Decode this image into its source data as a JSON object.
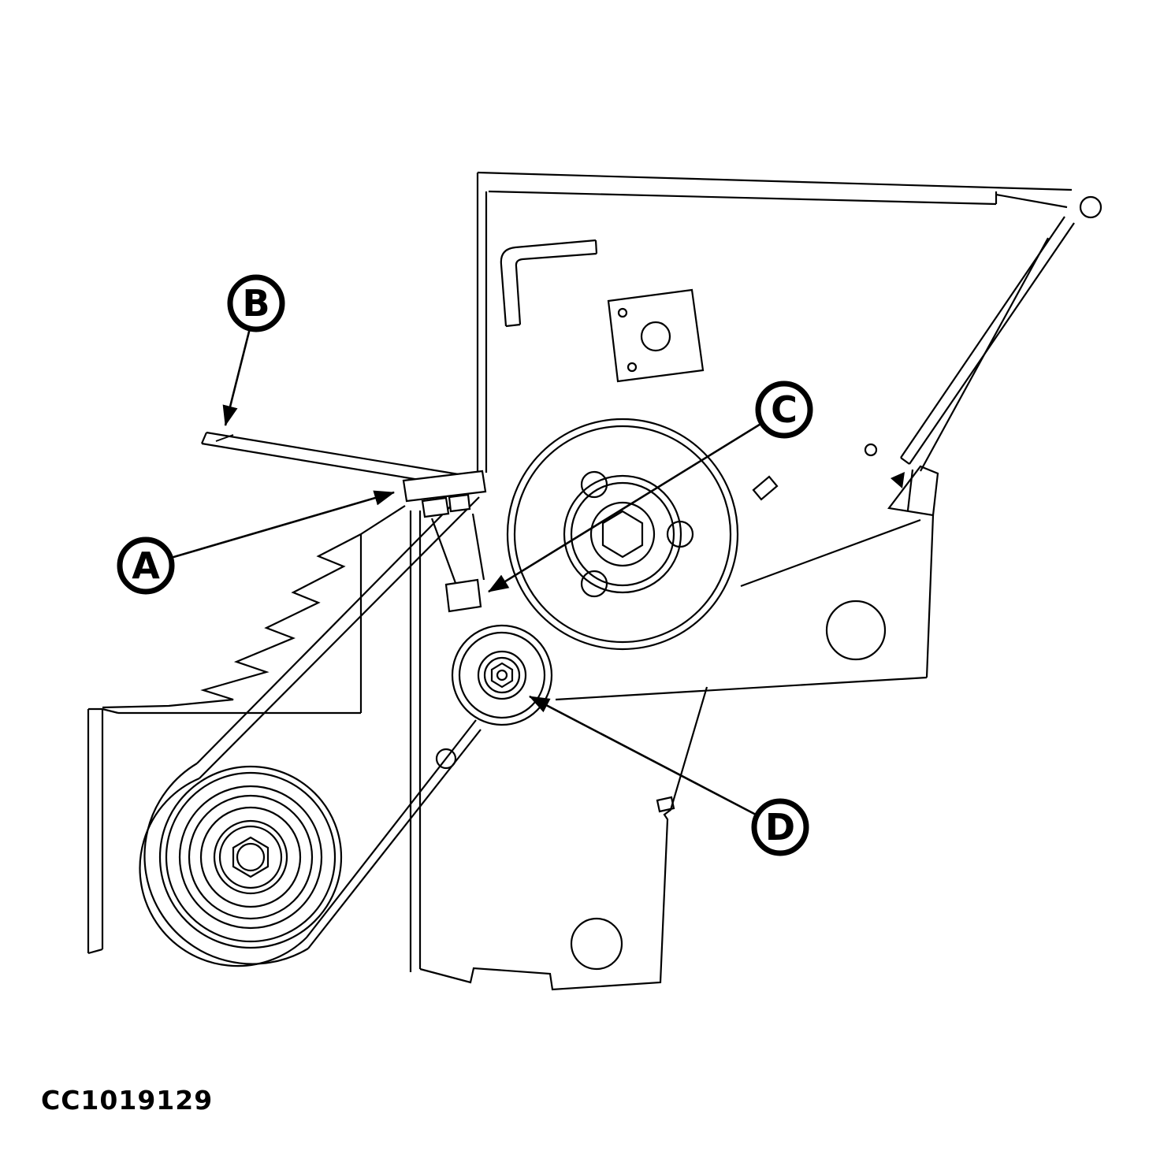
{
  "diagram": {
    "figure_code": "CC1019129",
    "callouts": [
      {
        "label": "A"
      },
      {
        "label": "B"
      },
      {
        "label": "C"
      },
      {
        "label": "D"
      }
    ],
    "colors": {
      "line": "#000000",
      "background": "#ffffff",
      "callout_fill": "#ffffff"
    }
  }
}
